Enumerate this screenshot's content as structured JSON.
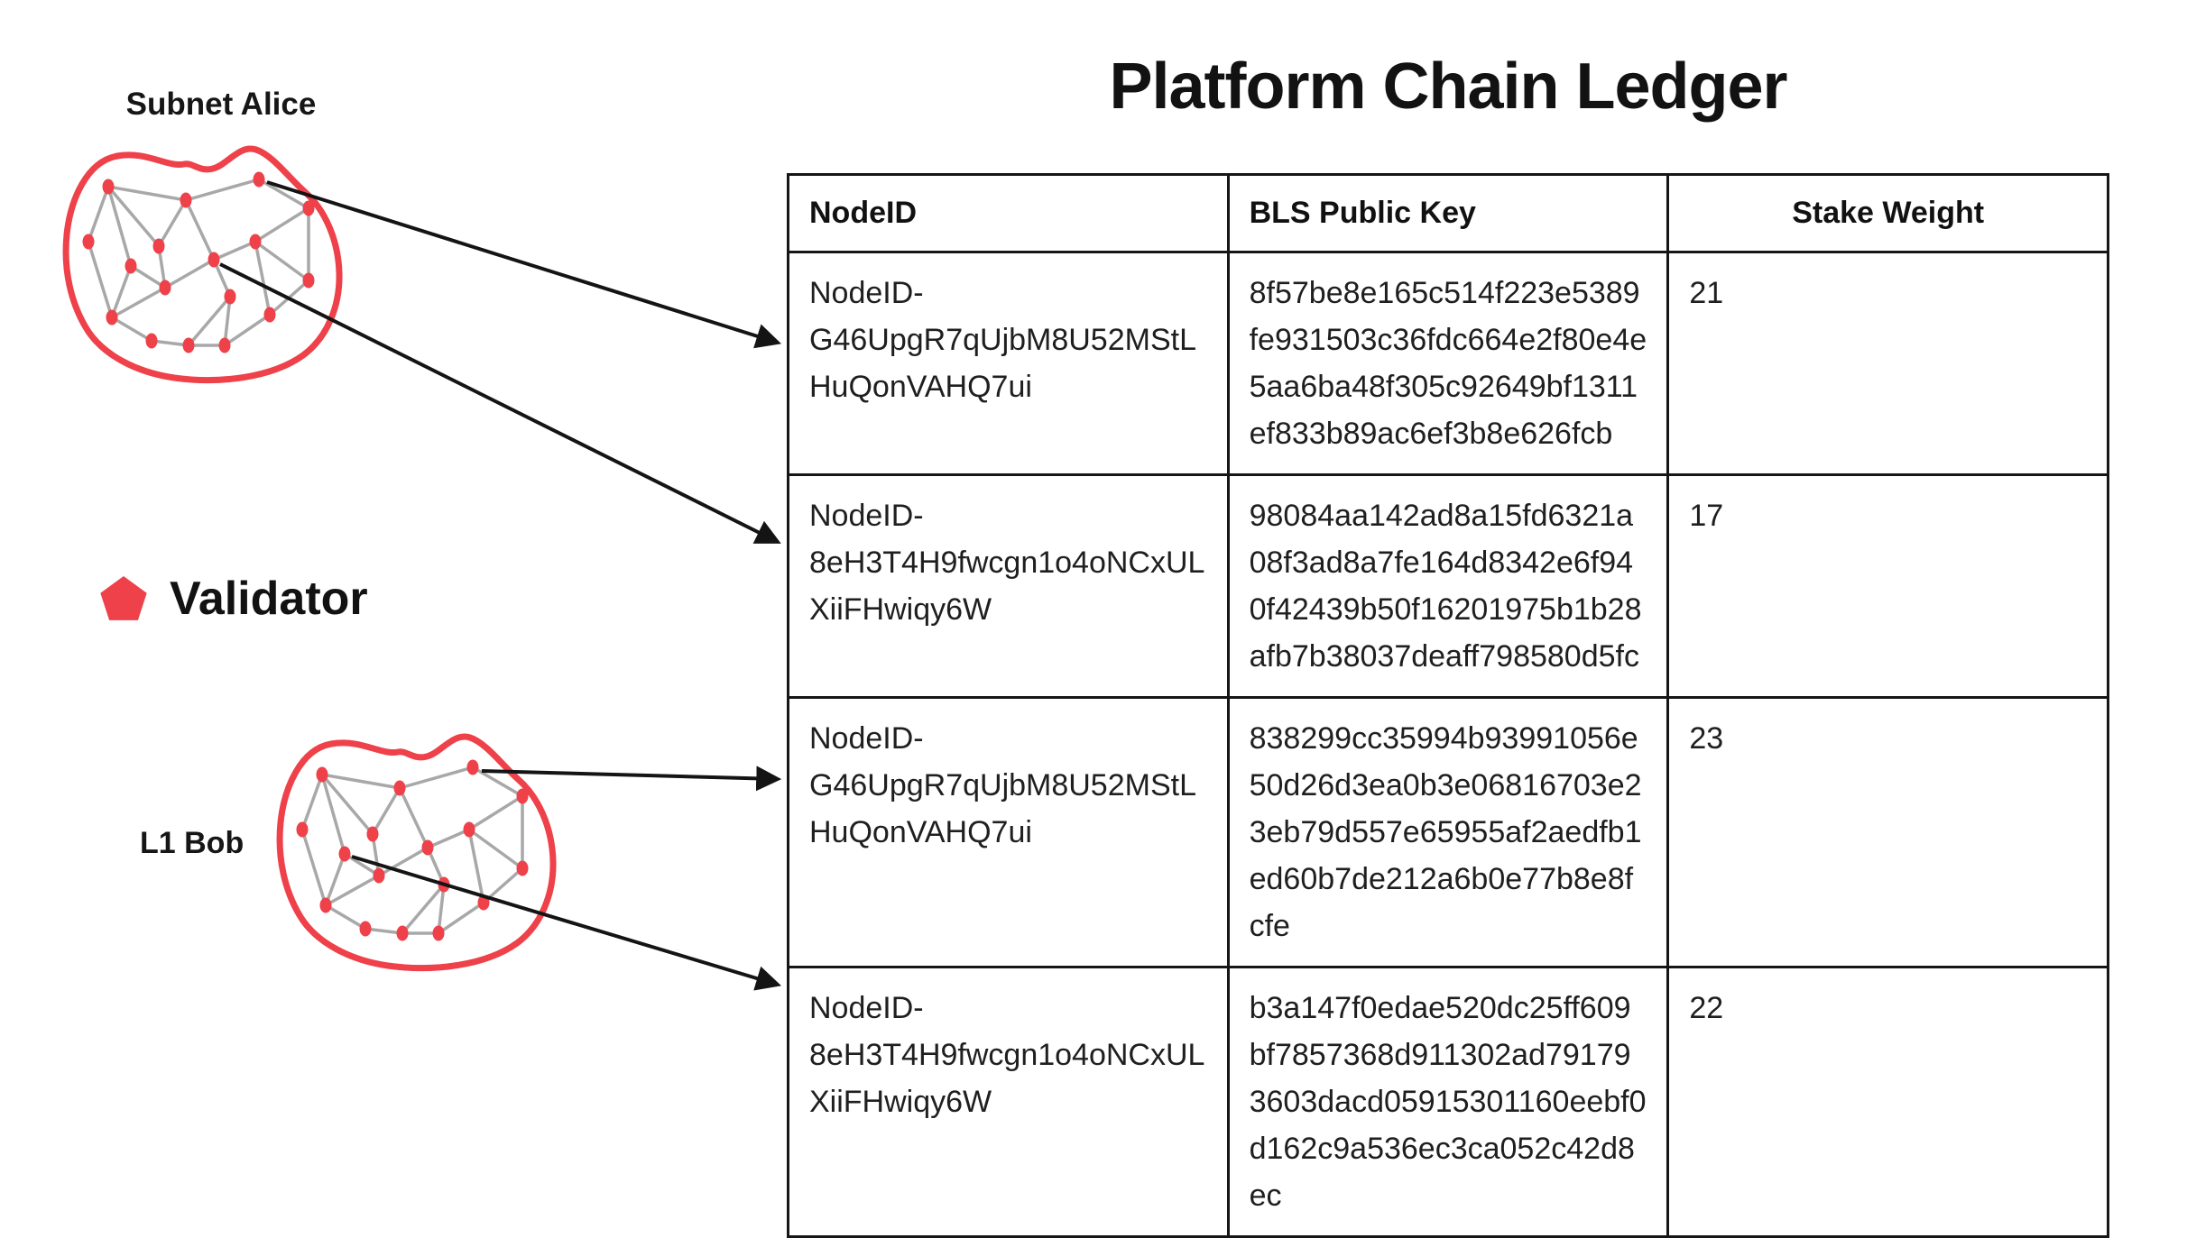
{
  "title": "Platform Chain Ledger",
  "legend": {
    "label": "Validator",
    "icon": "pentagon-icon",
    "color": "#ee4149"
  },
  "subnets": [
    {
      "name": "Subnet Alice"
    },
    {
      "name": "L1 Bob"
    }
  ],
  "table": {
    "columns": [
      "NodeID",
      "BLS Public Key",
      "Stake Weight"
    ],
    "rows": [
      {
        "node_id": "NodeID-G46UpgR7qUjbM8U52MStLHuQonVAHQ7ui",
        "bls_public_key": "8f57be8e165c514f223e5389fe931503c36fdc664e2f80e4e5aa6ba48f305c92649bf1311ef833b89ac6ef3b8e626fcb",
        "stake_weight": "21"
      },
      {
        "node_id": "NodeID-8eH3T4H9fwcgn1o4oNCxULXiiFHwiqy6W",
        "bls_public_key": "98084aa142ad8a15fd6321a08f3ad8a7fe164d8342e6f940f42439b50f16201975b1b28afb7b38037deaff798580d5fc",
        "stake_weight": "17"
      },
      {
        "node_id": "NodeID-G46UpgR7qUjbM8U52MStLHuQonVAHQ7ui",
        "bls_public_key": "838299cc35994b93991056e50d26d3ea0b3e06816703e23eb79d557e65955af2aedfb1ed60b7de212a6b0e77b8e8fcfe",
        "stake_weight": "23"
      },
      {
        "node_id": "NodeID-8eH3T4H9fwcgn1o4oNCxULXiiFHwiqy6W",
        "bls_public_key": "b3a147f0edae520dc25ff609bf7857368d911302ad791793603dacd05915301160eebf0d162c9a536ec3ca052c42d8ec",
        "stake_weight": "22"
      }
    ]
  },
  "colors": {
    "validator_red": "#ee4149",
    "edge_gray": "#a8a8a8",
    "arrow_black": "#141414"
  }
}
